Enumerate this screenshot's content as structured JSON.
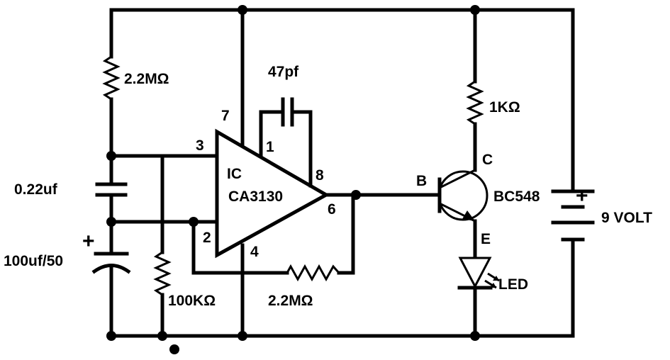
{
  "labels": {
    "r_top": "2.2MΩ",
    "cap_047": "47pf",
    "r_1k": "1KΩ",
    "pin7": "7",
    "pin1": "1",
    "pin3": "3",
    "pin8": "8",
    "pin2": "2",
    "pin6": "6",
    "pin4": "4",
    "ic": "IC",
    "ic_part": "CA3130",
    "c_022": "0.22uf",
    "c_100": "100uf/50",
    "plus_cap": "+",
    "r_100k": "100KΩ",
    "r_fb": "2.2MΩ",
    "base": "B",
    "collector": "C",
    "emitter": "E",
    "transistor": "BC548",
    "battery": "9 VOLT",
    "plus_bat": "+",
    "led": "LED"
  }
}
